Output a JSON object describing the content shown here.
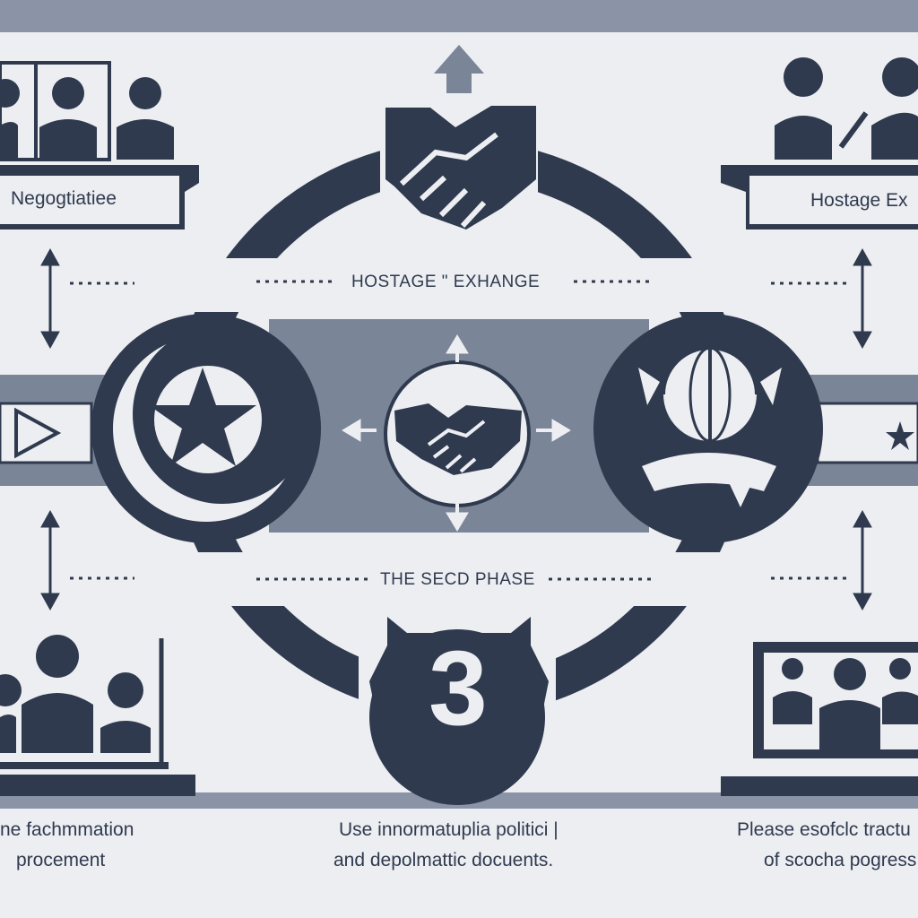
{
  "panels": {
    "top_left": {
      "label": "Negogtiatiee"
    },
    "top_right": {
      "label": "Hostage Ex"
    }
  },
  "cycle": {
    "top_label": "HOSTAGE \" EXHANGE",
    "bottom_label": "THE SECD PHASE",
    "step_number": "3"
  },
  "footer": {
    "left_line1": "ne fachmmation",
    "left_line2": "procement",
    "center_line1": "Use innormatuplia politici |",
    "center_line2": "and depolmattic docuents.",
    "right_line1": "Please esofclc tractu",
    "right_line2": "of scocha pogress"
  },
  "colors": {
    "navy": "#2f3a4e",
    "slate": "#7a8598",
    "background": "#eceef2",
    "band": "#8a94a6"
  }
}
